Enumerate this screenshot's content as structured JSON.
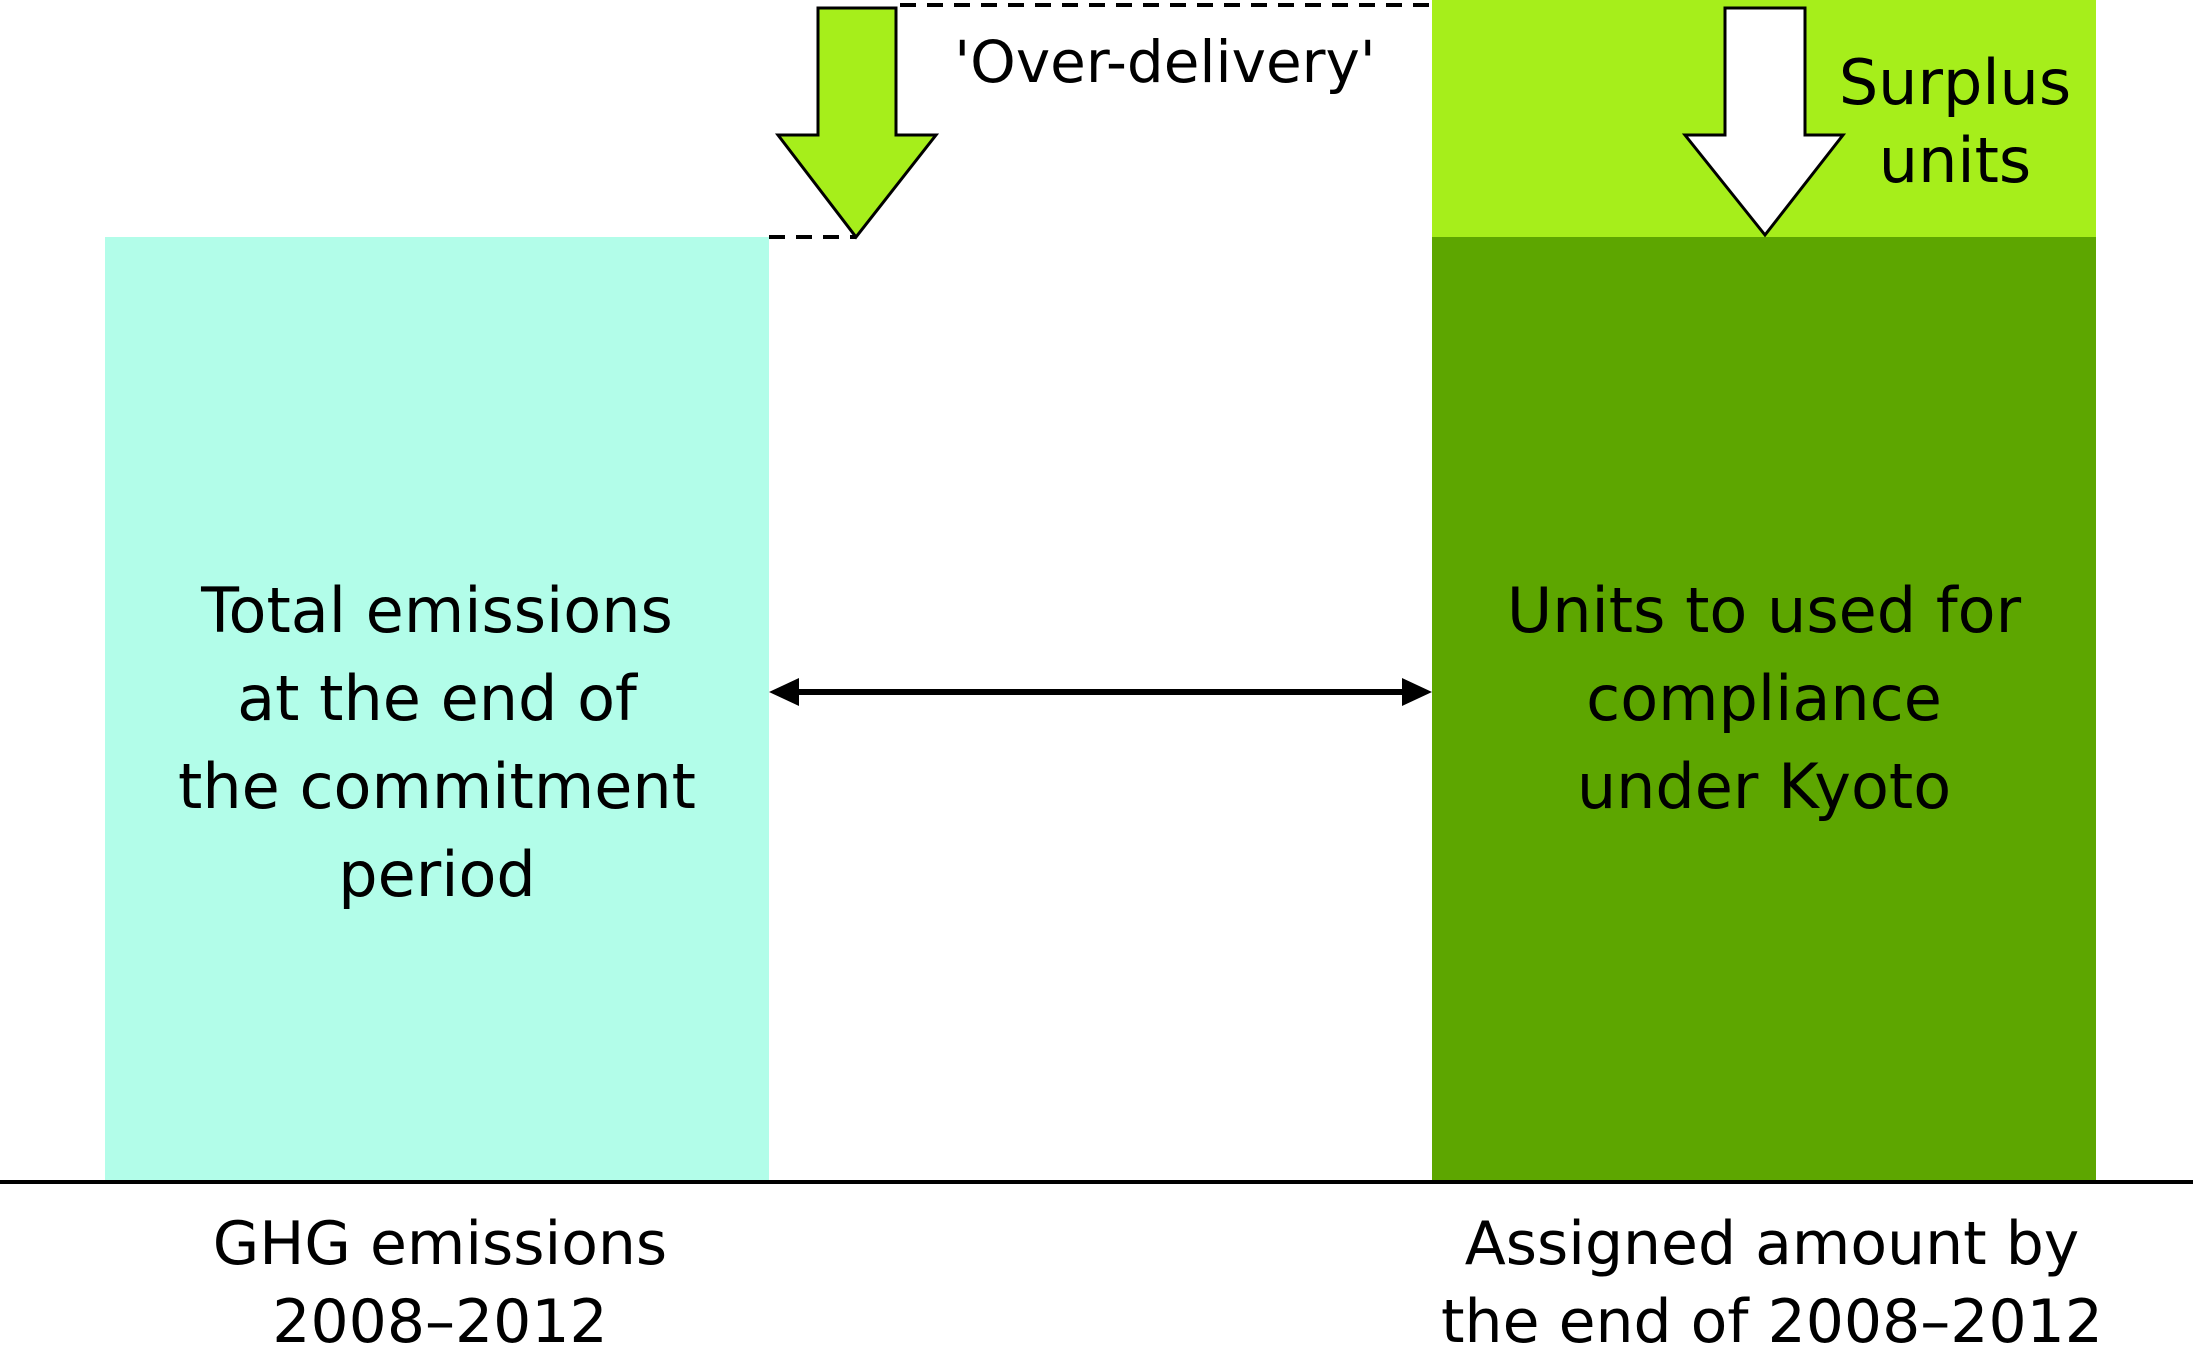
{
  "colors": {
    "emissions_box": "#b2fde9",
    "compliance_box": "#5da600",
    "surplus_box": "#a6ee1b",
    "green_arrow": "#a6ee1b",
    "white_arrow": "#ffffff",
    "stroke": "#000000"
  },
  "boxes": {
    "emissions_text": "Total emissions\nat the end of\nthe commitment\nperiod",
    "compliance_text": "Units to used for\ncompliance\nunder Kyoto",
    "surplus_text": "Surplus\nunits"
  },
  "annotations": {
    "over_delivery": "'Over-delivery'"
  },
  "axis_labels": {
    "left": "GHG emissions\n2008–2012",
    "right": "Assigned amount by\nthe end of 2008–2012"
  },
  "icons": [
    "green-down-arrow-icon",
    "white-down-arrow-icon",
    "double-headed-arrow-icon"
  ]
}
